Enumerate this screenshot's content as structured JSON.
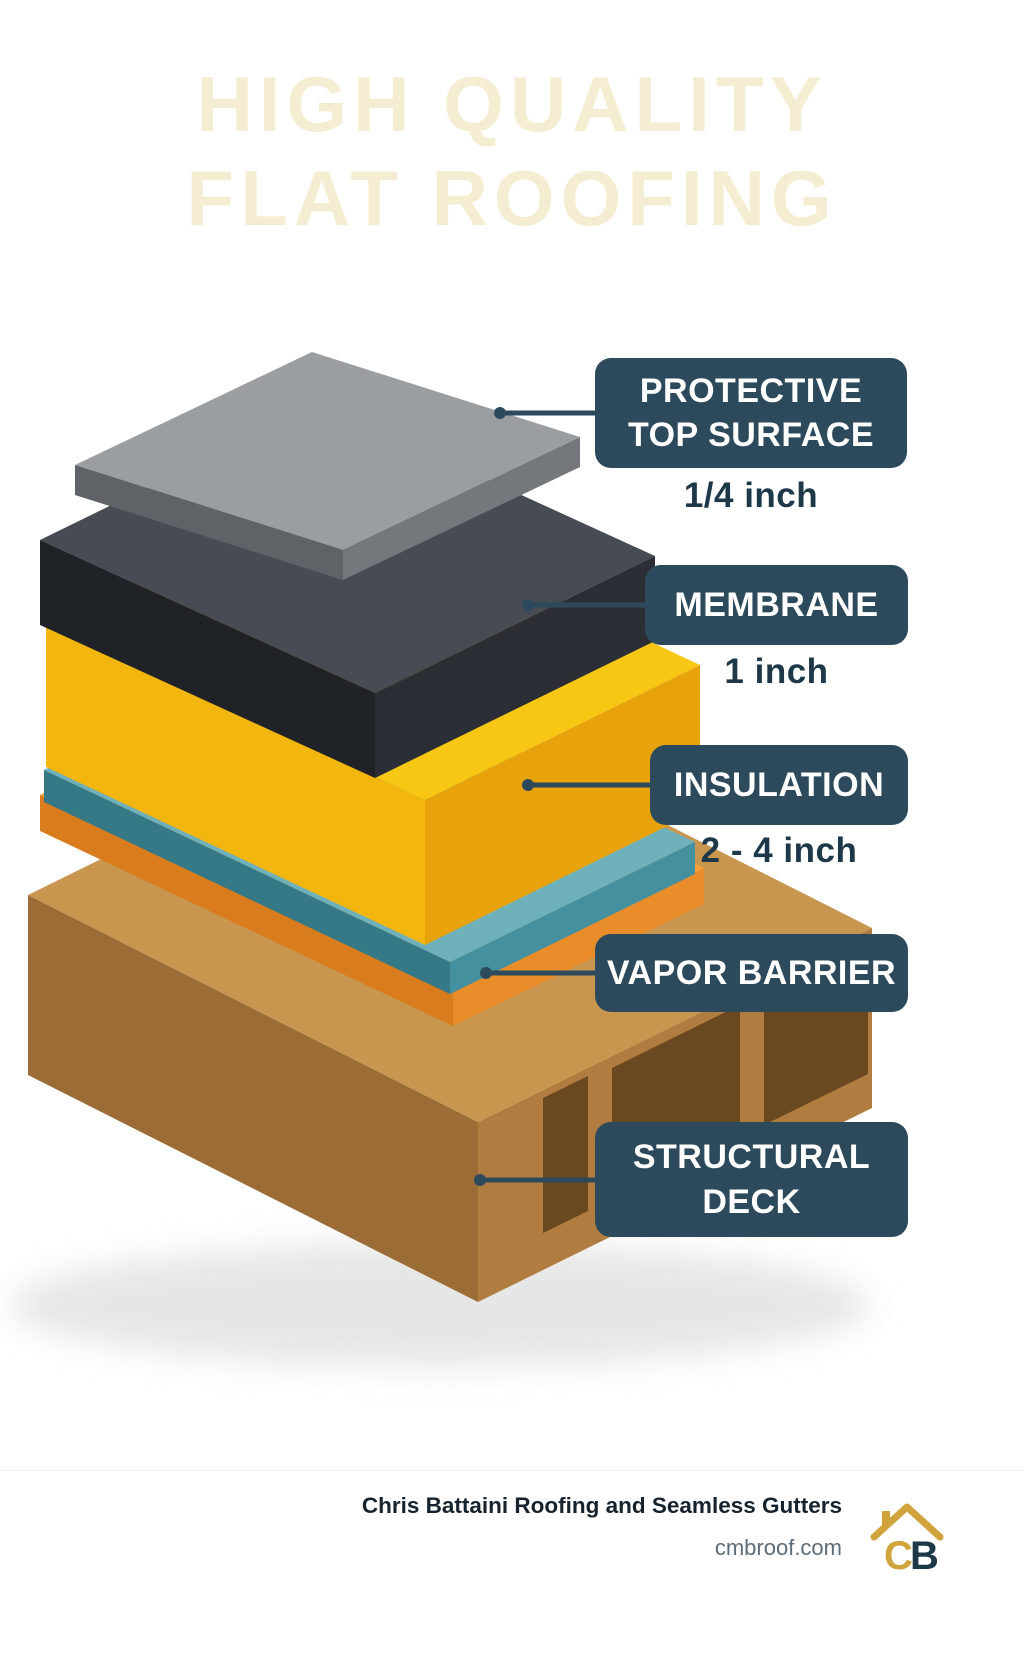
{
  "title": {
    "line1": "HIGH QUALITY",
    "line2": "FLAT ROOFING"
  },
  "callouts": [
    {
      "id": "protective-top-surface",
      "lines": [
        "PROTECTIVE",
        "TOP SURFACE"
      ],
      "measurement": "1/4 inch"
    },
    {
      "id": "membrane",
      "lines": [
        "MEMBRANE"
      ],
      "measurement": "1 inch"
    },
    {
      "id": "insulation",
      "lines": [
        "INSULATION"
      ],
      "measurement": "2 - 4 inch"
    },
    {
      "id": "vapor-barrier",
      "lines": [
        "VAPOR BARRIER"
      ]
    },
    {
      "id": "structural-deck",
      "lines": [
        "STRUCTURAL",
        "DECK"
      ]
    }
  ],
  "footer": {
    "company": "Chris Battaini Roofing and Seamless Gutters",
    "website": "cmbroof.com",
    "logo_c": "C",
    "logo_b": "B"
  },
  "colors": {
    "title_text": "#f4edd1",
    "callout_bg": "#2c4a5b",
    "callout_text": "#ffffff",
    "measurement_text": "#1d3849",
    "surface_top": "#9b9ea1",
    "surface_left": "#5f6367",
    "surface_right": "#74787c",
    "membrane_top": "#474c54",
    "membrane_left": "#1f2227",
    "membrane_right": "#2b2f35",
    "insulation_top": "#f7c713",
    "insulation_left": "#f2b60e",
    "insulation_right": "#e8a30c",
    "vapor_top": "#6fb1ba",
    "vapor_left": "#357987",
    "vapor_right": "#45909e",
    "underlay_top": "#f2a037",
    "underlay_left": "#d97c1e",
    "underlay_right": "#e98d2b",
    "deck_top": "#c9964f",
    "deck_left": "#9c6c36",
    "deck_right": "#b07c3f",
    "deck_hole": "#6a4820",
    "shadow": "#d2d2d2",
    "logo_gold": "#d1a33c",
    "logo_navy": "#1d3849"
  }
}
